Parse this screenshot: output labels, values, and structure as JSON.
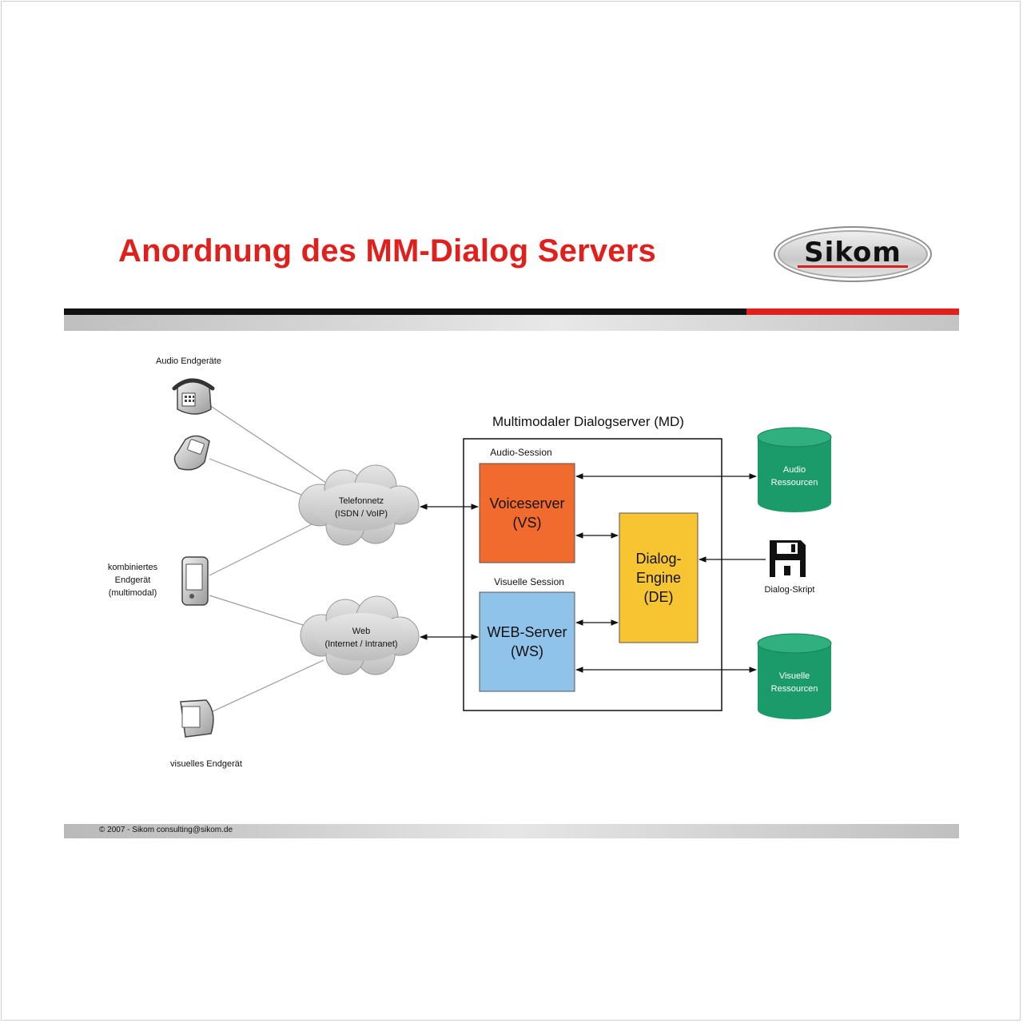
{
  "slide": {
    "title": "Anordnung des MM-Dialog Servers",
    "logo": "Sikom",
    "footer": "© 2007 - Sikom consulting@sikom.de"
  },
  "diagram": {
    "devices": {
      "audio": "Audio Endgeräte",
      "combined": "kombiniertes\nEndgerät\n(multimodal)",
      "visual": "visuelles Endgerät"
    },
    "clouds": {
      "telefon": "Telefonnetz\n(ISDN / VoIP)",
      "web": "Web\n(Internet / Intranet)"
    },
    "server": {
      "title": "Multimodaler Dialogserver (MD)",
      "audio_session": "Audio-Session",
      "visual_session": "Visuelle Session",
      "voiceserver": "Voiceserver\n(VS)",
      "webserver": "WEB-Server\n(WS)",
      "dialog_engine": "Dialog-\nEngine\n(DE)"
    },
    "resources": {
      "audio": "Audio\nRessourcen",
      "visual": "Visuelle\nRessourcen",
      "script": "Dialog-Skript"
    },
    "colors": {
      "voiceserver": "#f26b2e",
      "webserver": "#8fc3ea",
      "dialog_engine": "#f6c531",
      "cylinder": "#1b9b6a",
      "title": "#e0201c"
    }
  }
}
